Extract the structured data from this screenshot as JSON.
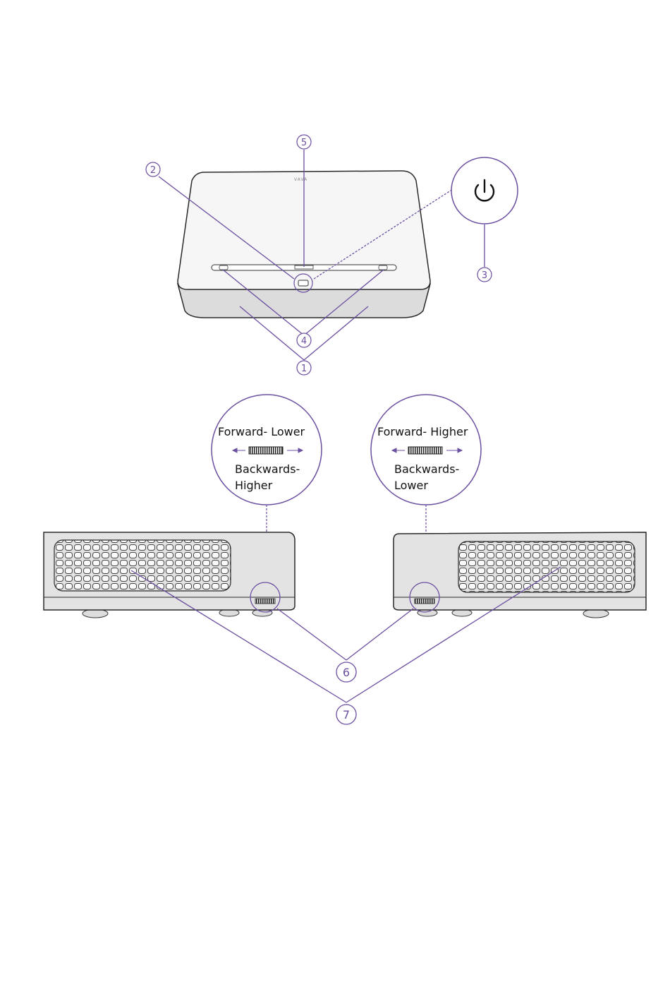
{
  "callouts": {
    "c1": "1",
    "c2": "2",
    "c3": "3",
    "c4": "4",
    "c5": "5",
    "c6": "6",
    "c7": "7"
  },
  "logo_text": "VAVA",
  "left_zoom": {
    "forward": "Forward- Lower",
    "back1": "Backwards-",
    "back2": "Higher"
  },
  "right_zoom": {
    "forward": "Forward- Higher",
    "back1": "Backwards-",
    "back2": "Lower"
  },
  "colors": {
    "accent": "#6b4fa0",
    "outline": "#2a2a2a",
    "body": "#f4f4f4",
    "front": "#d9d9d9"
  },
  "icons": [
    "power-icon",
    "arrow-left-icon",
    "arrow-right-icon",
    "adjuster-wheel-icon"
  ]
}
